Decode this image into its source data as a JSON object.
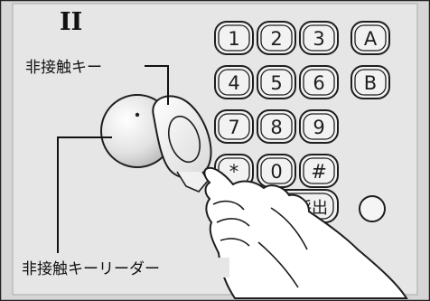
{
  "panel_number": "II",
  "labels": {
    "contactless_key": "非接触キー",
    "contactless_key_reader": "非接触キーリーダー"
  },
  "keypad": {
    "rows": [
      [
        "1",
        "2",
        "3",
        "A"
      ],
      [
        "4",
        "5",
        "6",
        "B"
      ],
      [
        "7",
        "8",
        "9"
      ],
      [
        "*",
        "0",
        "#"
      ]
    ],
    "call_button": "呼出"
  },
  "colors": {
    "panel": "#d8d8d8",
    "panel_inner": "#e8e8e8",
    "key_face": "#f2f2f2",
    "outline": "#1e1e1e"
  }
}
